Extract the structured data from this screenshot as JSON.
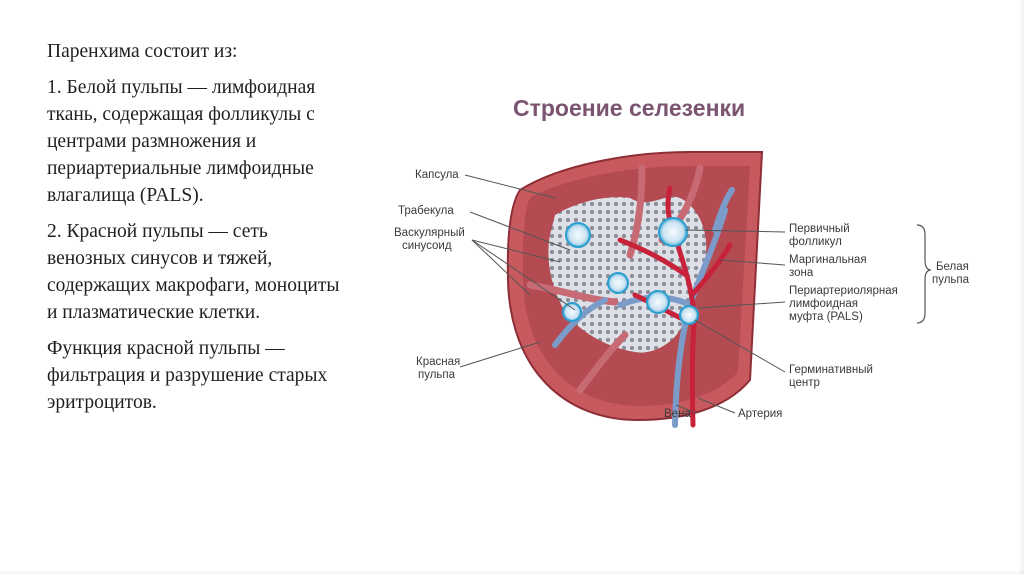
{
  "text": {
    "intro": "Паренхима состоит из:",
    "point1": "1. Белой пульпы — лимфоидная ткань, содержащая фолликулы с центрами размножения и периартериальные лимфоидные влагалища (PALS).",
    "point2": "2. Красной пульпы — сеть венозных синусов и тяжей, содержащих макрофаги, моноциты и плазматические клетки.",
    "function": "Функция красной пульпы — фильтрация и разрушение старых эритроцитов."
  },
  "diagram": {
    "title": "Строение селезенки",
    "labels": {
      "capsule": "Капсула",
      "trabecula": "Трабекула",
      "sinusoid_1": "Васкулярный",
      "sinusoid_2": "синусоид",
      "red_pulp_1": "Красная",
      "red_pulp_2": "пульпа",
      "vein": "Вена",
      "artery": "Артерия",
      "primary_follicle_1": "Первичный",
      "primary_follicle_2": "фолликул",
      "marginal_zone_1": "Маргинальная",
      "marginal_zone_2": "зона",
      "pals_1": "Периартериолярная",
      "pals_2": "лимфоидная",
      "pals_3": "муфта (PALS)",
      "germinal_center_1": "Герминативный",
      "germinal_center_2": "центр",
      "white_pulp_1": "Белая",
      "white_pulp_2": "пульпа"
    },
    "colors": {
      "capsule": "#c85a5f",
      "red_pulp": "#b44a52",
      "white_pulp": "#dfe8ee",
      "vein": "#7b9cc9",
      "artery": "#c8213a",
      "title": "#7a5470"
    }
  }
}
